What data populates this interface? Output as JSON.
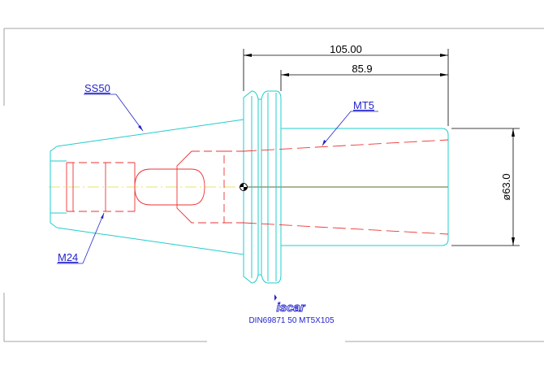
{
  "dimensions": {
    "overall_length": "105.00",
    "taper_length": "85.9",
    "diameter": "ø63.0"
  },
  "labels": {
    "taper_shank": "SS50",
    "inner_taper": "MT5",
    "thread": "M24"
  },
  "caption": "DIN69871 50 MT5X105",
  "logo_text": "iscar",
  "colors": {
    "outline": "#22cccc",
    "hidden": "#ee3333",
    "dimension": "#000000",
    "label": "#2222cc",
    "centerline": "#dddd33",
    "frame": "#888888"
  }
}
